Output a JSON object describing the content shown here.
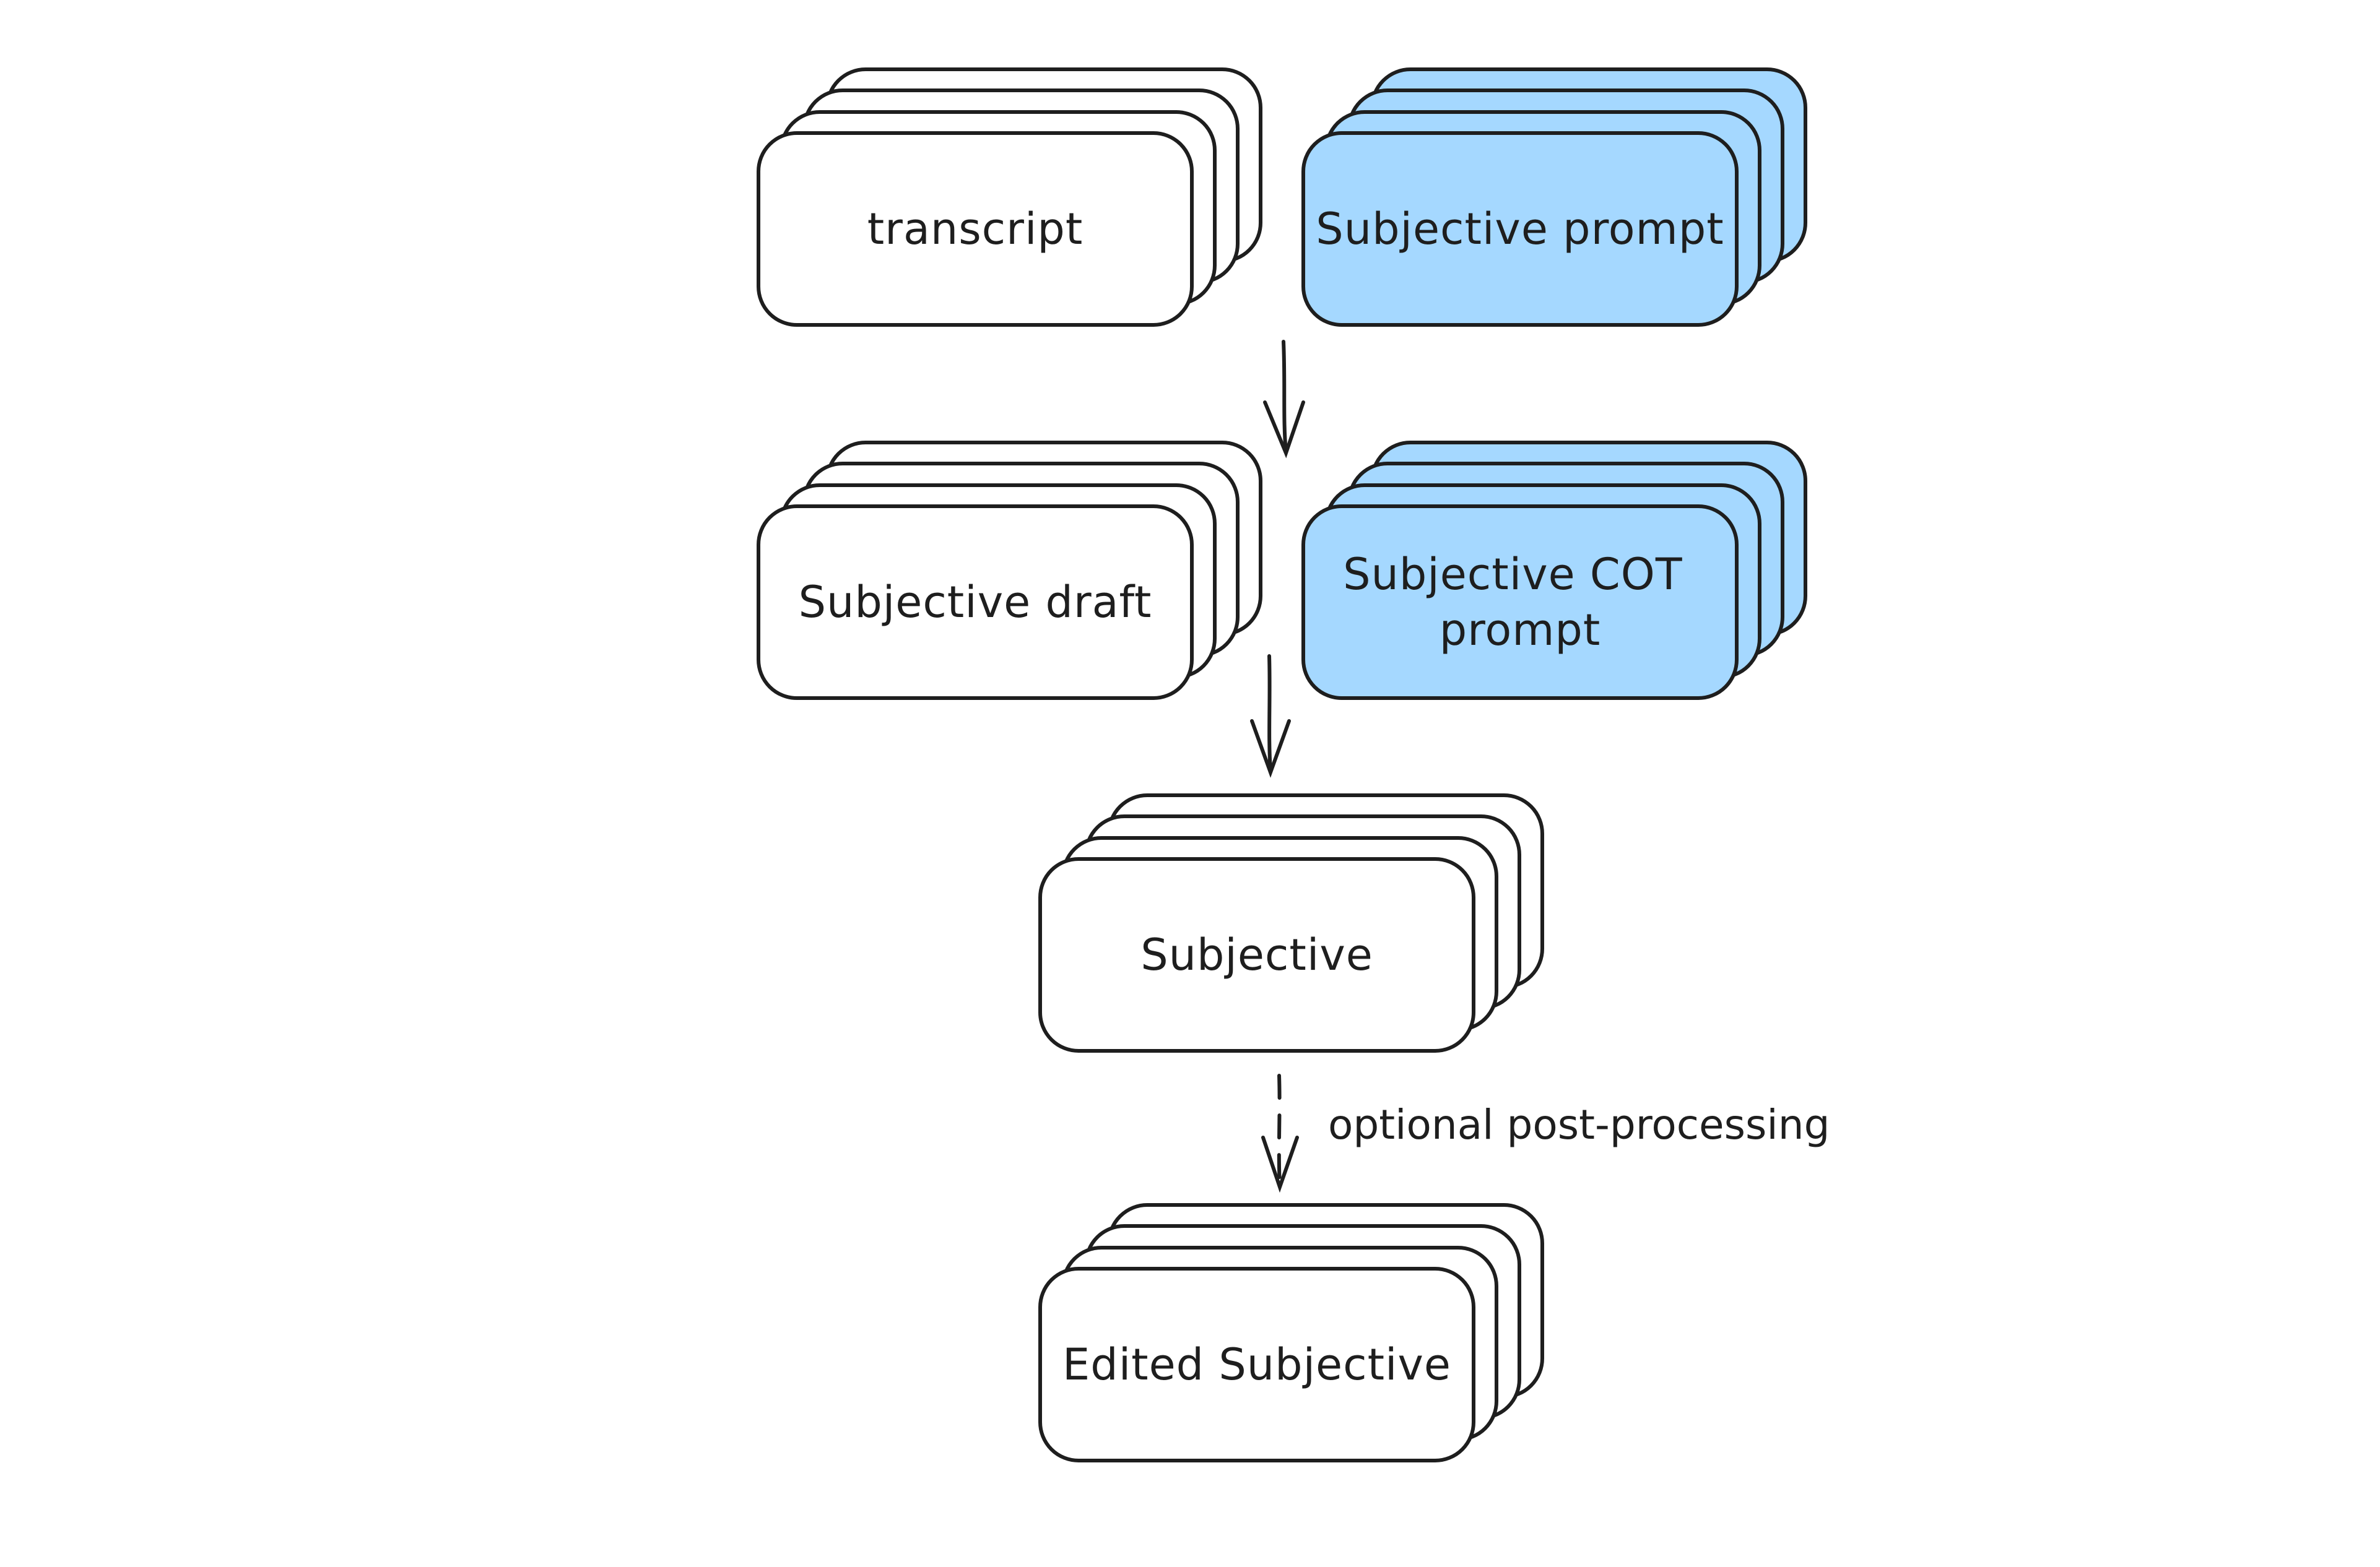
{
  "colors": {
    "stroke": "#1e1e1e",
    "plain_fill": "#ffffff",
    "prompt_fill": "#a5d8ff"
  },
  "nodes": {
    "transcript": {
      "lines": [
        "transcript"
      ],
      "fill": "#ffffff"
    },
    "subjective_prompt": {
      "lines": [
        "Subjective prompt"
      ],
      "fill": "#a5d8ff"
    },
    "subjective_draft": {
      "lines": [
        "Subjective draft"
      ],
      "fill": "#ffffff"
    },
    "subjective_cot_prompt": {
      "lines": [
        "Subjective COT",
        "prompt"
      ],
      "fill": "#a5d8ff"
    },
    "subjective": {
      "lines": [
        "Subjective"
      ],
      "fill": "#ffffff"
    },
    "edited_subjective": {
      "lines": [
        "Edited Subjective"
      ],
      "fill": "#ffffff"
    }
  },
  "edges": {
    "optional_label": "optional post-processing"
  }
}
